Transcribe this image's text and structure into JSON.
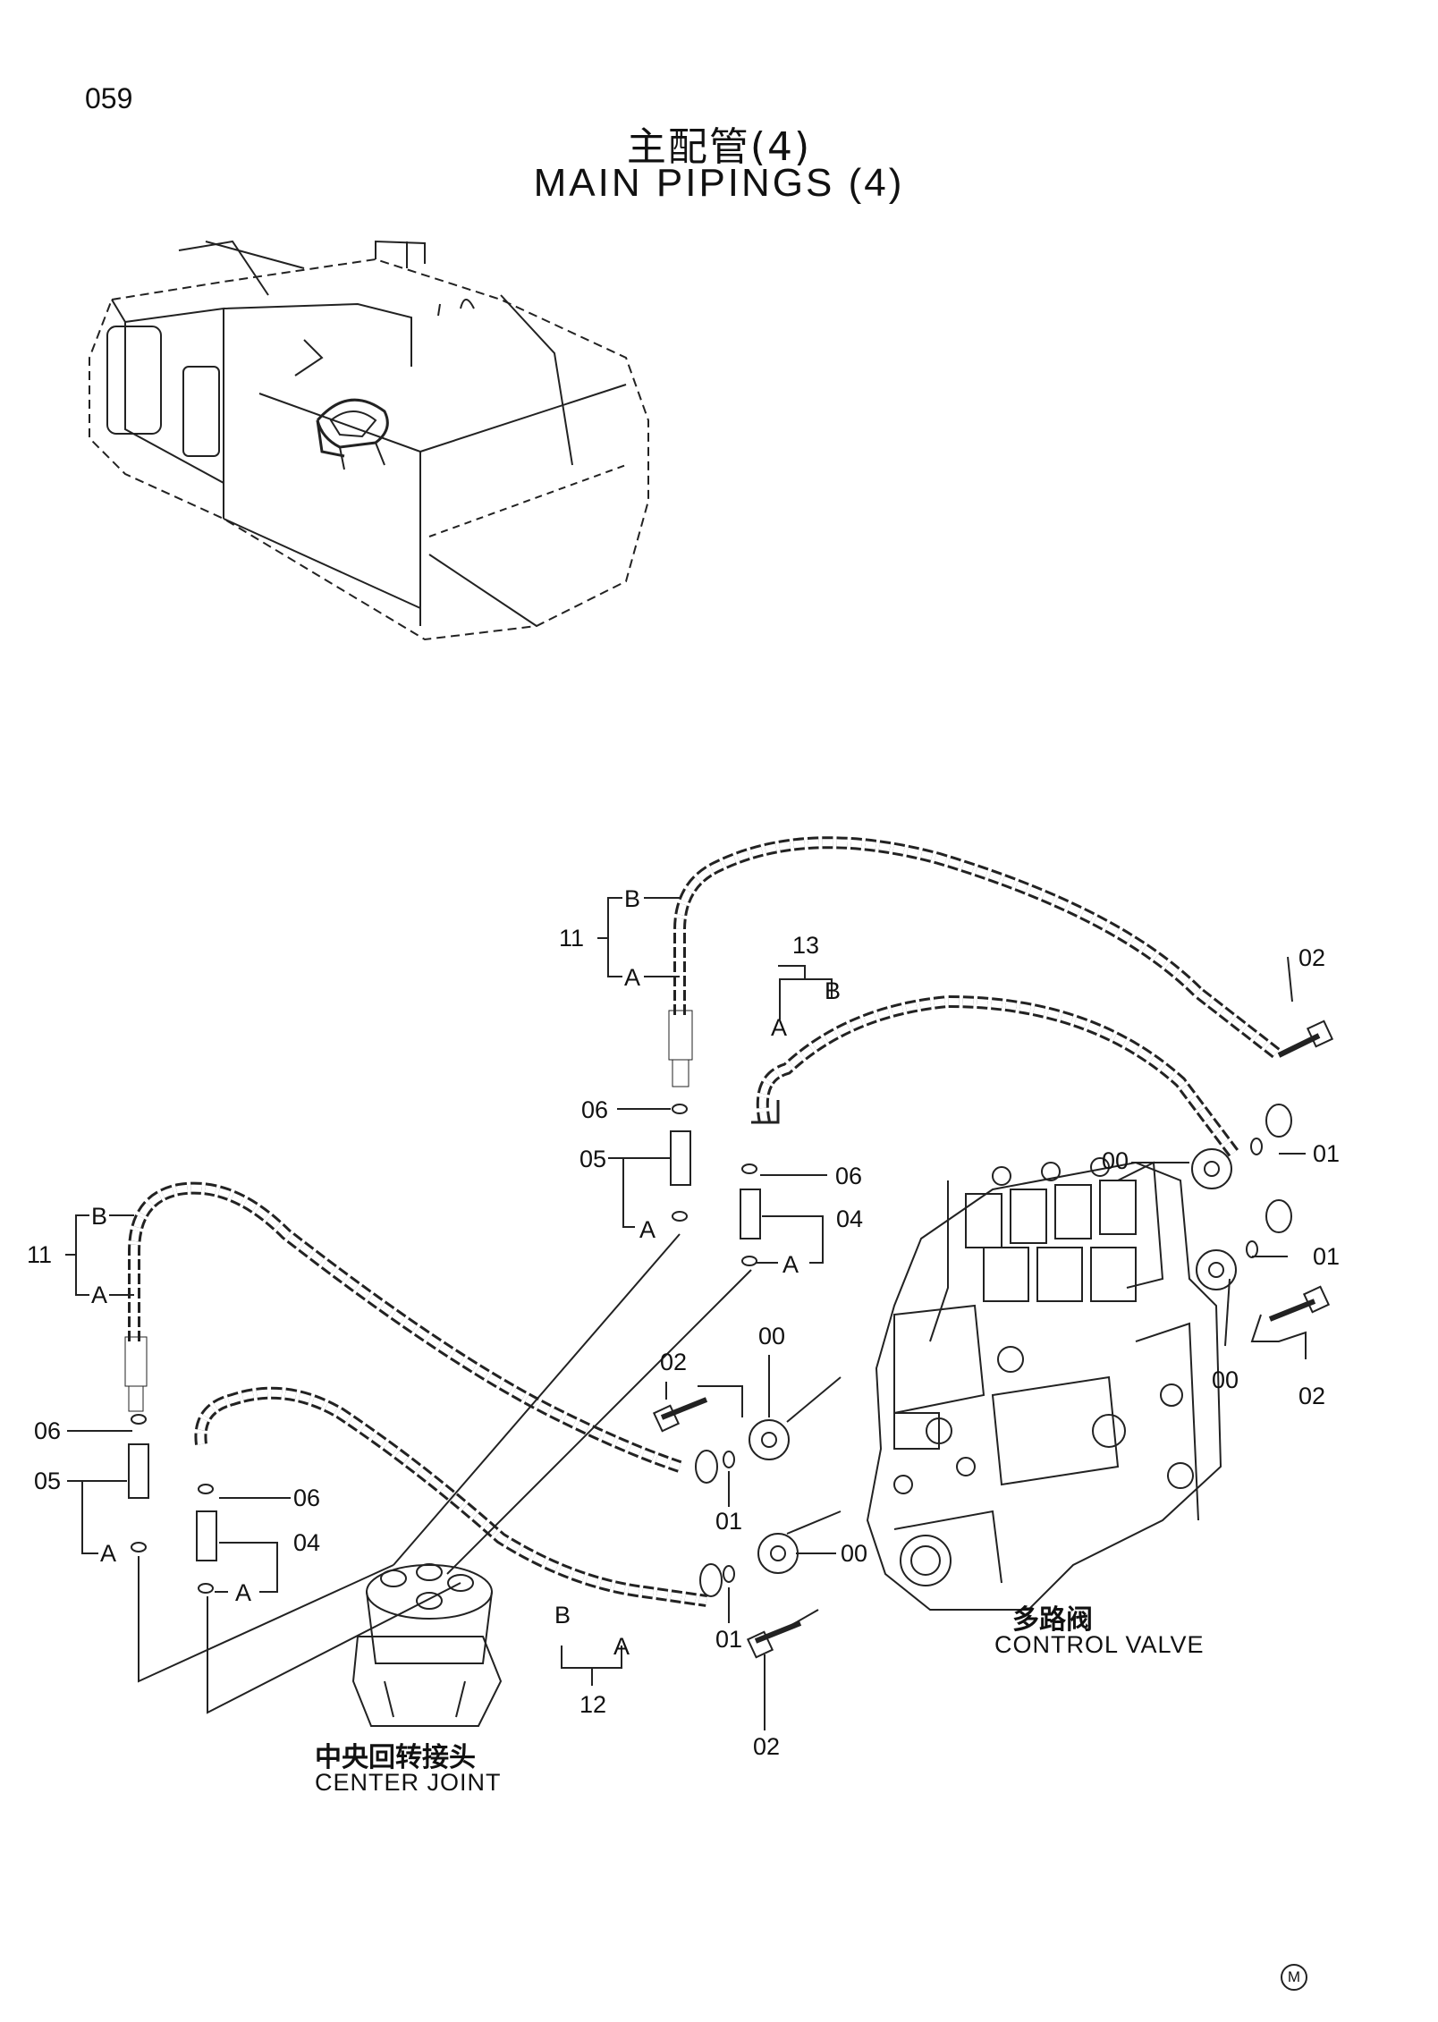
{
  "page": {
    "number": "059",
    "title_cn": "主配管(4)",
    "title_en": "MAIN PIPINGS (4)"
  },
  "labels": {
    "control_valve_cn": "多路阀",
    "control_valve_en": "CONTROL VALVE",
    "center_joint_cn": "中央回转接头",
    "center_joint_en": "CENTER JOINT"
  },
  "callouts": {
    "p00": "00",
    "p01": "01",
    "p02": "02",
    "p04": "04",
    "p05": "05",
    "p06": "06",
    "p11": "11",
    "p12": "12",
    "p13": "13",
    "a": "A",
    "b": "B"
  },
  "copyright_mark": "M"
}
